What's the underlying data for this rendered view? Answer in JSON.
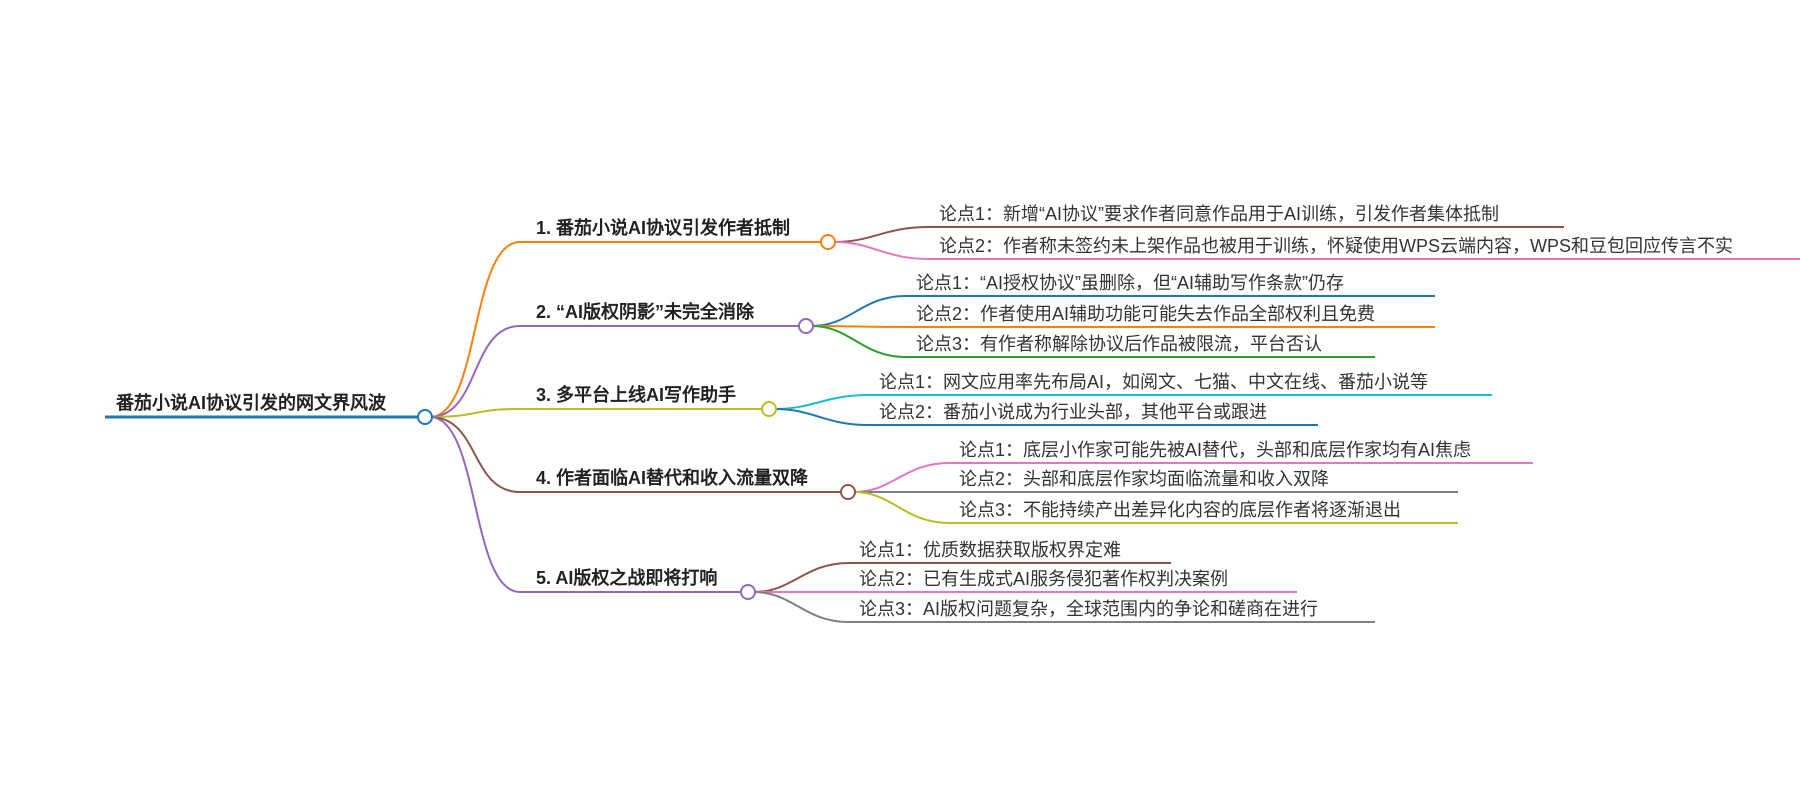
{
  "root": {
    "label": "番茄小说AI协议引发的网文界风波",
    "color": "#1f77b4"
  },
  "branches": [
    {
      "label": "1. 番茄小说AI协议引发作者抵制",
      "color": "#ff7f0e",
      "points": [
        {
          "label": "论点1：新增“AI协议”要求作者同意作品用于AI训练，引发作者集体抵制",
          "color": "#8c564b"
        },
        {
          "label": "论点2：作者称未签约未上架作品也被用于训练，怀疑使用WPS云端内容，WPS和豆包回应传言不实",
          "color": "#e377c2"
        }
      ]
    },
    {
      "label": "2. “AI版权阴影”未完全消除",
      "color": "#9467bd",
      "points": [
        {
          "label": "论点1：“AI授权协议”虽删除，但“AI辅助写作条款”仍存",
          "color": "#1f77b4"
        },
        {
          "label": "论点2：作者使用AI辅助功能可能失去作品全部权利且免费",
          "color": "#ff7f0e"
        },
        {
          "label": "论点3：有作者称解除协议后作品被限流，平台否认",
          "color": "#2ca02c"
        }
      ]
    },
    {
      "label": "3. 多平台上线AI写作助手",
      "color": "#bcbd22",
      "points": [
        {
          "label": "论点1：网文应用率先布局AI，如阅文、七猫、中文在线、番茄小说等",
          "color": "#17becf"
        },
        {
          "label": "论点2：番茄小说成为行业头部，其他平台或跟进",
          "color": "#1f77b4"
        }
      ]
    },
    {
      "label": "4. 作者面临AI替代和收入流量双降",
      "color": "#8c564b",
      "points": [
        {
          "label": "论点1：底层小作家可能先被AI替代，头部和底层作家均有AI焦虑",
          "color": "#e377c2"
        },
        {
          "label": "论点2：头部和底层作家均面临流量和收入双降",
          "color": "#7f7f7f"
        },
        {
          "label": "论点3：不能持续产出差异化内容的底层作者将逐渐退出",
          "color": "#bcbd22"
        }
      ]
    },
    {
      "label": "5. AI版权之战即将打响",
      "color": "#9467bd",
      "points": [
        {
          "label": "论点1：优质数据获取版权界定难",
          "color": "#8c564b"
        },
        {
          "label": "论点2：已有生成式AI服务侵犯著作权判决案例",
          "color": "#e377c2"
        },
        {
          "label": "论点3：AI版权问题复杂，全球范围内的争论和磋商在进行",
          "color": "#7f7f7f"
        }
      ]
    }
  ]
}
